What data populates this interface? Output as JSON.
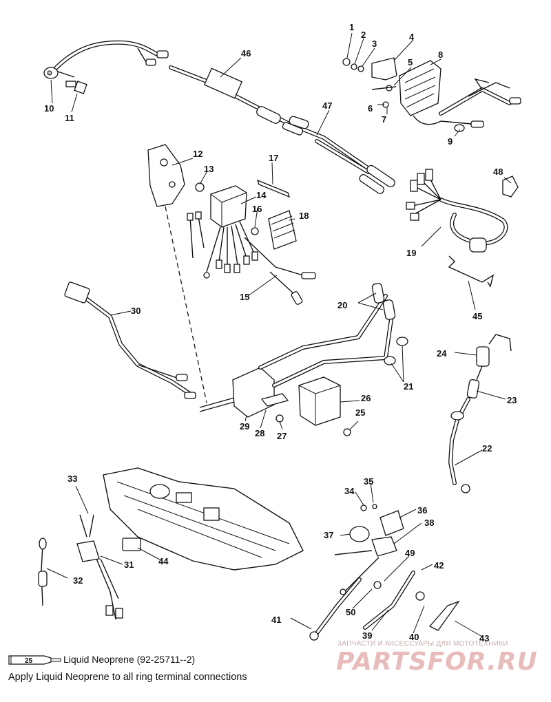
{
  "parts": [
    {
      "id": "1",
      "label": "1"
    },
    {
      "id": "2",
      "label": "2"
    },
    {
      "id": "3",
      "label": "3"
    },
    {
      "id": "4",
      "label": "4"
    },
    {
      "id": "5",
      "label": "5"
    },
    {
      "id": "6",
      "label": "6"
    },
    {
      "id": "7",
      "label": "7"
    },
    {
      "id": "8",
      "label": "8"
    },
    {
      "id": "9",
      "label": "9"
    },
    {
      "id": "10",
      "label": "10"
    },
    {
      "id": "11",
      "label": "11"
    },
    {
      "id": "12",
      "label": "12"
    },
    {
      "id": "13",
      "label": "13"
    },
    {
      "id": "14",
      "label": "14"
    },
    {
      "id": "15",
      "label": "15"
    },
    {
      "id": "16",
      "label": "16"
    },
    {
      "id": "17",
      "label": "17"
    },
    {
      "id": "18",
      "label": "18"
    },
    {
      "id": "19",
      "label": "19"
    },
    {
      "id": "20",
      "label": "20"
    },
    {
      "id": "21",
      "label": "21"
    },
    {
      "id": "22",
      "label": "22"
    },
    {
      "id": "23",
      "label": "23"
    },
    {
      "id": "24",
      "label": "24"
    },
    {
      "id": "25a",
      "label": "25"
    },
    {
      "id": "26",
      "label": "26"
    },
    {
      "id": "27",
      "label": "27"
    },
    {
      "id": "28",
      "label": "28"
    },
    {
      "id": "29",
      "label": "29"
    },
    {
      "id": "30",
      "label": "30"
    },
    {
      "id": "31",
      "label": "31"
    },
    {
      "id": "32",
      "label": "32"
    },
    {
      "id": "33",
      "label": "33"
    },
    {
      "id": "34",
      "label": "34"
    },
    {
      "id": "35",
      "label": "35"
    },
    {
      "id": "36",
      "label": "36"
    },
    {
      "id": "37",
      "label": "37"
    },
    {
      "id": "38",
      "label": "38"
    },
    {
      "id": "39",
      "label": "39"
    },
    {
      "id": "40",
      "label": "40"
    },
    {
      "id": "41",
      "label": "41"
    },
    {
      "id": "42",
      "label": "42"
    },
    {
      "id": "43",
      "label": "43"
    },
    {
      "id": "44",
      "label": "44"
    },
    {
      "id": "45",
      "label": "45"
    },
    {
      "id": "46",
      "label": "46"
    },
    {
      "id": "47",
      "label": "47"
    },
    {
      "id": "48",
      "label": "48"
    },
    {
      "id": "49",
      "label": "49"
    },
    {
      "id": "50",
      "label": "50"
    }
  ],
  "legend": {
    "tube_number": "25",
    "sealant": "Liquid Neoprene (92-25711--2)",
    "instruction": "Apply Liquid Neoprene to all ring terminal connections"
  },
  "watermark": {
    "line1": "ЗАПЧАСТИ И АКСЕССУАРЫ ДЛЯ МОТОТЕХНИКИ",
    "line2": "PARTSFOR.RU"
  }
}
